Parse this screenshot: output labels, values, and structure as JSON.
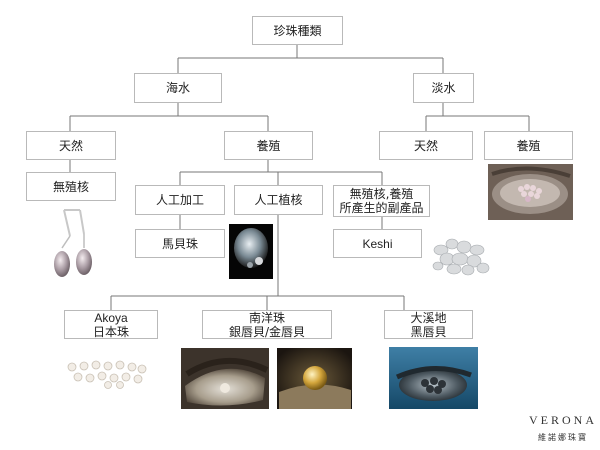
{
  "diagram": {
    "root": "珍珠種類",
    "seawater": "海水",
    "freshwater": "淡水",
    "sea_natural": "天然",
    "sea_cultured": "養殖",
    "fresh_natural": "天然",
    "fresh_cultured": "養殖",
    "no_nucleus": "無殖核",
    "artificial_processing": "人工加工",
    "artificial_nucleus": "人工植核",
    "byproduct_line1": "無殖核,養殖",
    "byproduct_line2": "所產生的副產品",
    "mabe": "馬貝珠",
    "keshi": "Keshi",
    "akoya_line1": "Akoya",
    "akoya_line2": "日本珠",
    "southsea_line1": "南洋珠",
    "southsea_line2": "銀唇貝/金唇貝",
    "tahiti_line1": "大溪地",
    "tahiti_line2": "黑唇貝"
  },
  "brand": {
    "name": "VERONA",
    "subtitle": "維諾娜珠寶"
  },
  "colors": {
    "border": "#b9b9b9",
    "line": "#777777"
  }
}
